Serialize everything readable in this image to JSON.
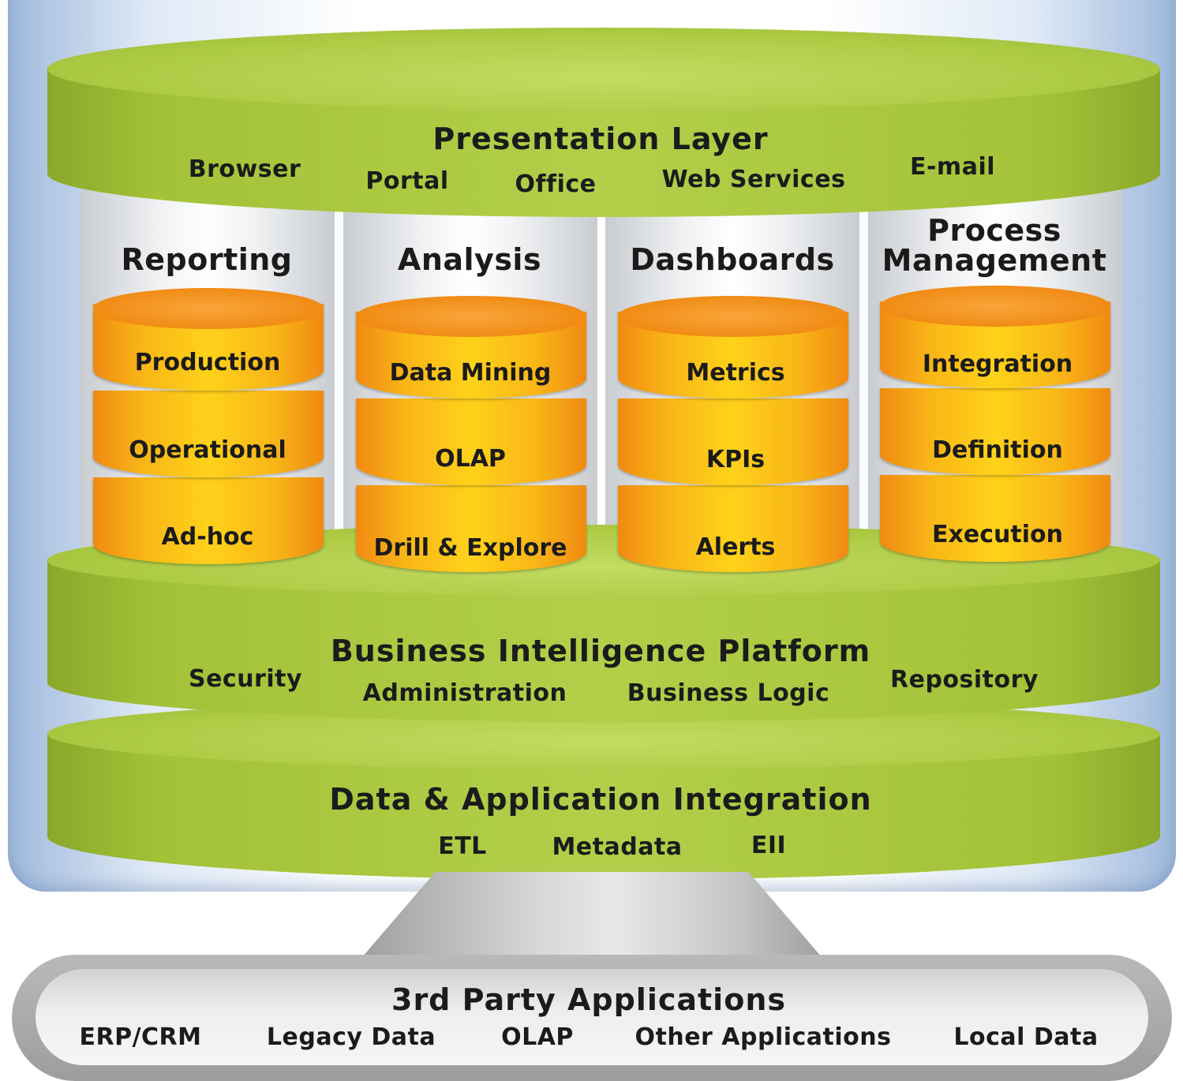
{
  "presentation_layer": {
    "title": "Presentation Layer",
    "items": [
      "Browser",
      "Portal",
      "Office",
      "Web Services",
      "E-mail"
    ]
  },
  "columns": [
    {
      "title_line1": "Reporting",
      "title_line2": "",
      "items": [
        "Production",
        "Operational",
        "Ad-hoc"
      ]
    },
    {
      "title_line1": "Analysis",
      "title_line2": "",
      "items": [
        "Data Mining",
        "OLAP",
        "Drill & Explore"
      ]
    },
    {
      "title_line1": "Dashboards",
      "title_line2": "",
      "items": [
        "Metrics",
        "KPIs",
        "Alerts"
      ]
    },
    {
      "title_line1": "Process",
      "title_line2": "Management",
      "items": [
        "Integration",
        "Definition",
        "Execution"
      ]
    }
  ],
  "bi_platform": {
    "title": "Business Intelligence Platform",
    "items": [
      "Security",
      "Administration",
      "Business Logic",
      "Repository"
    ]
  },
  "data_integration": {
    "title": "Data & Application Integration",
    "items": [
      "ETL",
      "Metadata",
      "EII"
    ]
  },
  "third_party": {
    "title": "3rd Party Applications",
    "items": [
      "ERP/CRM",
      "Legacy Data",
      "OLAP",
      "Other Applications",
      "Local Data"
    ]
  },
  "colors": {
    "green": "#aecb45",
    "orange": "#f9b617",
    "frame_blue": "#9fb9dc",
    "base_grey": "#9d9d9d"
  }
}
